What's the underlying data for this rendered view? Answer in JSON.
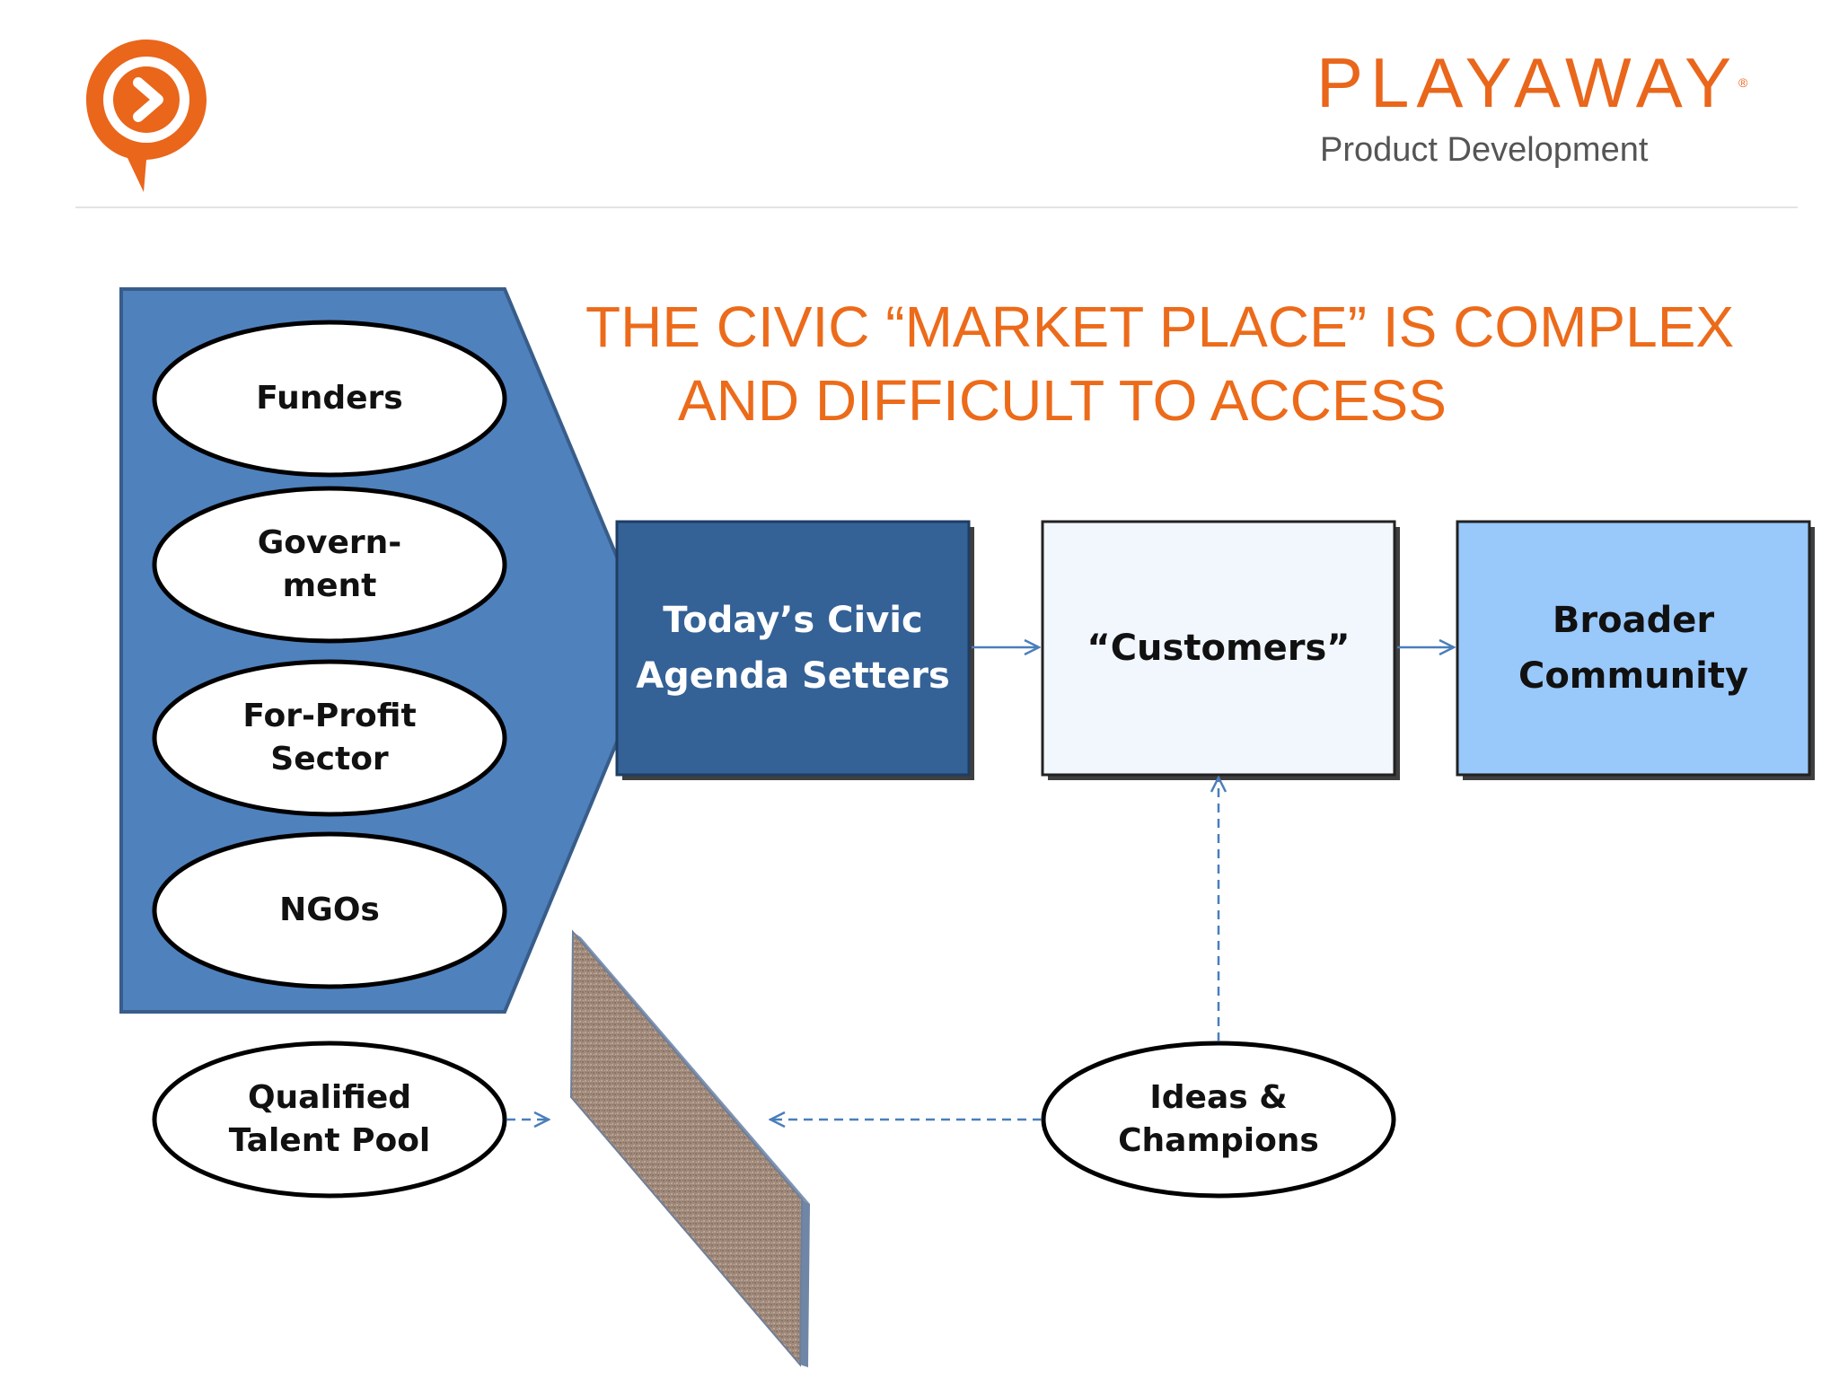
{
  "header": {
    "brand_name": "PLAYAWAY",
    "brand_registered": "®",
    "brand_tagline": "Product Development"
  },
  "title": {
    "line1": "THE CIVIC “MARKET PLACE” IS COMPLEX",
    "line2": "AND DIFFICULT TO ACCESS"
  },
  "stakeholders": {
    "funders": "Funders",
    "government_line1": "Govern-",
    "government_line2": "ment",
    "for_profit_line1": "For-Profit",
    "for_profit_line2": "Sector",
    "ngos": "NGOs"
  },
  "boxes": {
    "agenda_setters_line1": "Today’s Civic",
    "agenda_setters_line2": "Agenda Setters",
    "customers": "“Customers”",
    "community_line1": "Broader",
    "community_line2": "Community"
  },
  "bottom": {
    "talent_line1": "Qualified",
    "talent_line2": "Talent Pool",
    "ideas_line1": "Ideas &",
    "ideas_line2": "Champions"
  },
  "colors": {
    "accent_orange": "#ec6b1a",
    "chevron_blue": "#4f81bd",
    "dark_box": "#346196",
    "light_box": "#f1f7fd",
    "sky_box": "#99c8fb",
    "arrow_blue": "#4a7ebb"
  }
}
